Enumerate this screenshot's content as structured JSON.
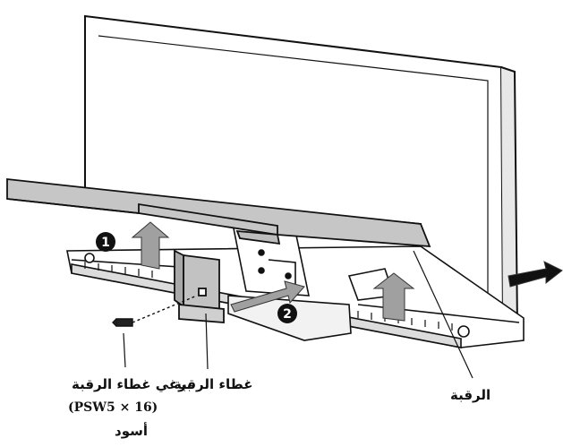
{
  "markers": {
    "step1": "1",
    "step2": "2"
  },
  "labels": {
    "neck": "الرقبة",
    "neck_cover": "غطاء الرقبة",
    "screw_line1": "برغي غطاء الرقبة",
    "screw_line2": "(PSW5 × 16)",
    "screw_line3": "أسود"
  },
  "colors": {
    "cover_gray": "#bfbfbf",
    "arrow_gray": "#9a9a9a",
    "line": "#111111"
  }
}
